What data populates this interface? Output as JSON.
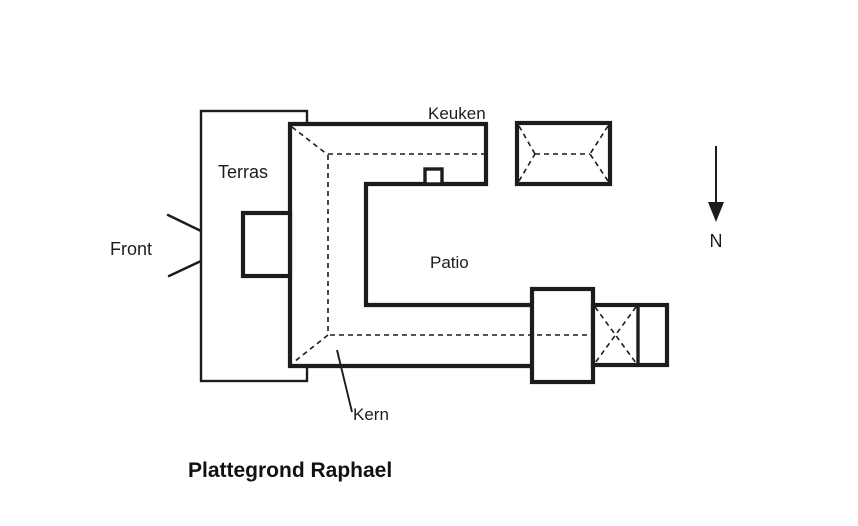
{
  "title": {
    "text": "Plattegrond Raphael"
  },
  "labels": {
    "keuken": "Keuken",
    "terras": "Terras",
    "front": "Front",
    "patio": "Patio",
    "kern": "Kern",
    "north": "N"
  },
  "colors": {
    "line": "#1c1c1c",
    "background": "#ffffff"
  }
}
